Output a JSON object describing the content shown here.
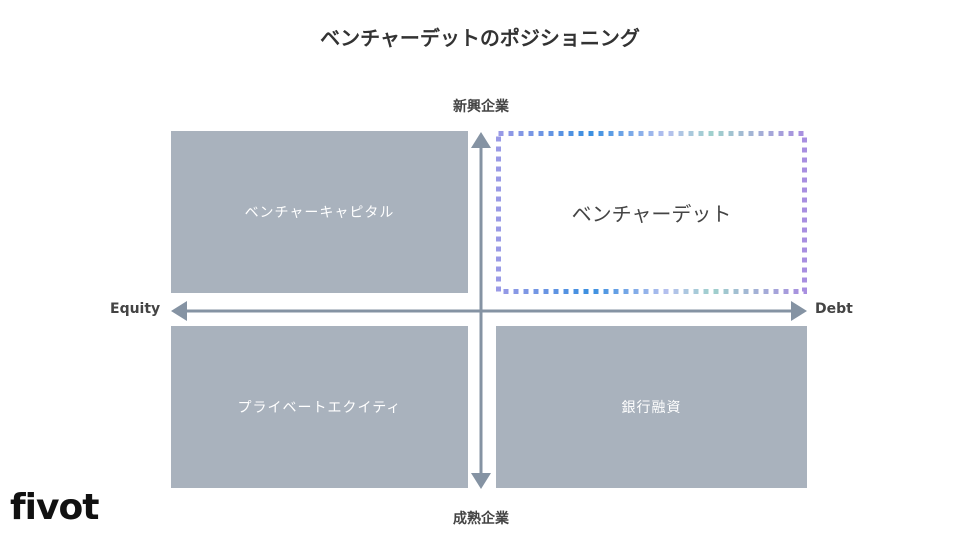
{
  "title": "ベンチャーデットのポジショニング",
  "axes": {
    "top": "新興企業",
    "bottom": "成熟企業",
    "left": "Equity",
    "right": "Debt"
  },
  "quadrants": {
    "top_left": "ベンチャーキャピタル",
    "top_right": "ベンチャーデット",
    "bottom_left": "プライベートエクイティ",
    "bottom_right": "銀行融資"
  },
  "logo": "fivot",
  "colors": {
    "box": "#a9b2bd",
    "axis": "#8593a3"
  }
}
